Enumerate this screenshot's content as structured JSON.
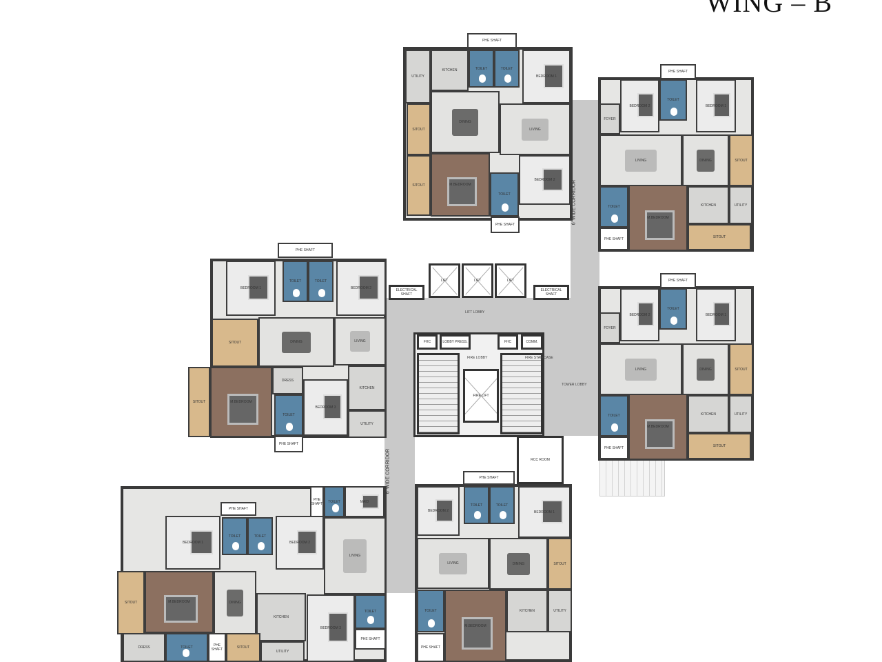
{
  "header": {
    "wing": "WING – B"
  },
  "core": {
    "lifts": [
      "LIFT",
      "LIFT",
      "LIFT"
    ],
    "electrical_shafts": [
      "ELECTRICAL SHAFT",
      "ELECTRICAL SHAFT"
    ],
    "lift_lobby": "LIFT LOBBY",
    "fhc": [
      "FHC",
      "FHC"
    ],
    "lobby_press": "LOBBY PRESS.",
    "fire_lobby": "FIRE LOBBY",
    "comm": "COMM.",
    "fire_staircase": "FIRE STAIRCASE",
    "fire_lift": "FIRE LIFT",
    "tower_lobby": "TOWER LOBBY",
    "rcc_room": "RCC ROOM",
    "corridor_right": "6' WIDE CORRIDOR",
    "corridor_left": "6' WIDE CORRIDOR"
  },
  "units": {
    "a": {
      "rooms": [
        "PHE SHAFT",
        "KITCHEN",
        "UTILITY",
        "TOILET",
        "TOILET",
        "BEDROOM 1",
        "DINING",
        "LIVING",
        "SITOUT",
        "SITOUT",
        "M.BEDROOM",
        "TOILET",
        "BEDROOM 2",
        "PHE SHAFT"
      ]
    },
    "b": {
      "rooms": [
        "PHE SHAFT",
        "BEDROOM 2",
        "TOILET",
        "BEDROOM 1",
        "FOYER",
        "LIVING",
        "DINING",
        "SITOUT",
        "TOILET",
        "M.BEDROOM",
        "KITCHEN",
        "UTILITY",
        "PHE SHAFT",
        "SITOUT"
      ]
    },
    "c": {
      "rooms": [
        "PHE SHAFT",
        "BEDROOM 2",
        "TOILET",
        "BEDROOM 1",
        "FOYER",
        "LIVING",
        "DINING",
        "SITOUT",
        "TOILET",
        "M.BEDROOM",
        "KITCHEN",
        "UTILITY",
        "PHE SHAFT",
        "SITOUT"
      ]
    },
    "d": {
      "rooms": [
        "PHE SHAFT",
        "BEDROOM 1",
        "TOILET",
        "TOILET",
        "BEDROOM 2",
        "DINING",
        "LIVING",
        "SITOUT",
        "SITOUT",
        "M.BEDROOM",
        "DRESS",
        "TOILET",
        "BEDROOM 3",
        "KITCHEN",
        "UTILITY",
        "PHE SHAFT"
      ]
    },
    "e": {
      "rooms": [
        "PHE SHAFT",
        "BEDROOM 1",
        "TOILET",
        "TOILET",
        "BEDROOM 2",
        "PHE SHAFT",
        "TOILET",
        "MAID",
        "LIVING",
        "DINING",
        "M.BEDROOM",
        "SITOUT",
        "KITCHEN",
        "BEDROOM 3",
        "TOILET",
        "PHE SHAFT",
        "DRESS",
        "TOILET",
        "PHE SHAFT",
        "SITOUT",
        "UTILITY"
      ]
    },
    "f": {
      "rooms": [
        "PHE SHAFT",
        "BEDROOM 2",
        "TOILET",
        "TOILET",
        "BEDROOM 1",
        "LIVING",
        "DINING",
        "SITOUT",
        "TOILET",
        "M.BEDROOM",
        "KITCHEN",
        "UTILITY",
        "PHE SHAFT"
      ]
    }
  },
  "colors": {
    "wall": "#3a3a3a",
    "corridor": "#c9c9c9",
    "toilet": "#5a86a6",
    "master_bedroom": "#8c7060",
    "sitout": "#d8b98c"
  }
}
